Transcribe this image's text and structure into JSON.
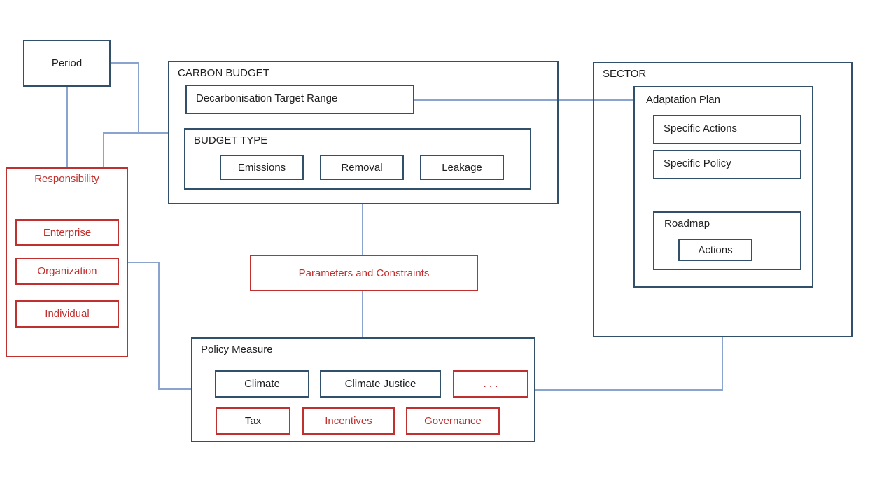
{
  "colors": {
    "blue": "#33506b",
    "red": "#c0302f",
    "conn": "#8aa3cf",
    "text": "#1f1f1f",
    "bg": "#ffffff"
  },
  "period": {
    "label": "Period"
  },
  "responsibility": {
    "title": "Responsibility",
    "items": [
      "Enterprise",
      "Organization",
      "Individual"
    ]
  },
  "carbon_budget": {
    "title": "CARBON BUDGET",
    "target_range": "Decarbonisation Target Range",
    "budget_type": {
      "title": "BUDGET TYPE",
      "items": [
        "Emissions",
        "Removal",
        "Leakage"
      ]
    }
  },
  "sector": {
    "title": "SECTOR",
    "adaptation_plan": {
      "title": "Adaptation Plan",
      "specific_actions": "Specific Actions",
      "specific_policy": "Specific Policy",
      "roadmap": {
        "title": "Roadmap",
        "actions": "Actions"
      }
    }
  },
  "parameters": {
    "label": "Parameters and Constraints"
  },
  "policy_measure": {
    "title": "Policy Measure",
    "row1": [
      {
        "label": "Climate",
        "style": "blue"
      },
      {
        "label": "Climate Justice",
        "style": "blue"
      },
      {
        "label": ". . .",
        "style": "red"
      }
    ],
    "row2": [
      {
        "label": "Tax",
        "style": "red-border-black-text"
      },
      {
        "label": "Incentives",
        "style": "red"
      },
      {
        "label": "Governance",
        "style": "red"
      }
    ]
  }
}
